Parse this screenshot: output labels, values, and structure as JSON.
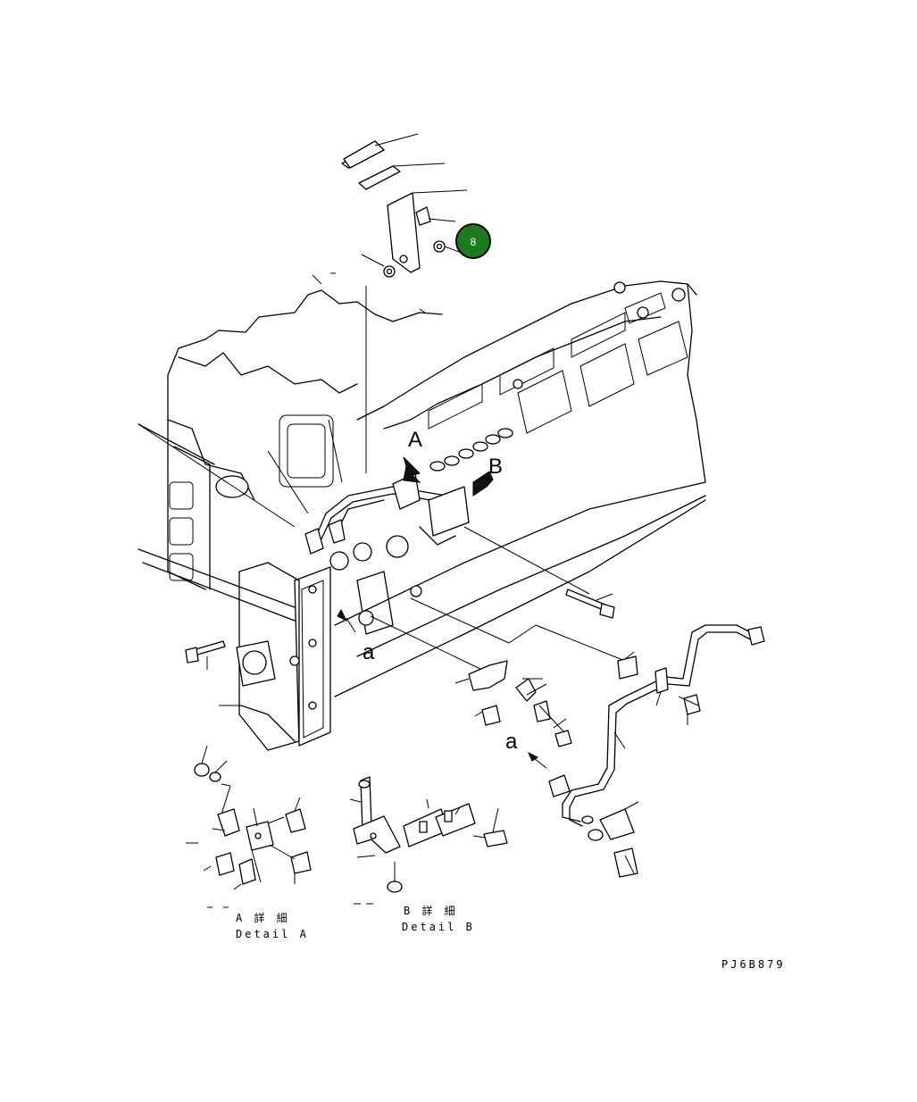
{
  "diagram": {
    "callout_badge": {
      "number": "8",
      "color": "#1e7a1e"
    },
    "view_labels": {
      "view_a": "A",
      "view_b": "B",
      "section_a_upper": "a",
      "section_a_lower": "a"
    },
    "detail_a": {
      "jp": "A 詳 細",
      "en": "Detail A"
    },
    "detail_b": {
      "jp": "B 詳 細",
      "en": "Detail B"
    },
    "drawing_code": "PJ6B879"
  }
}
